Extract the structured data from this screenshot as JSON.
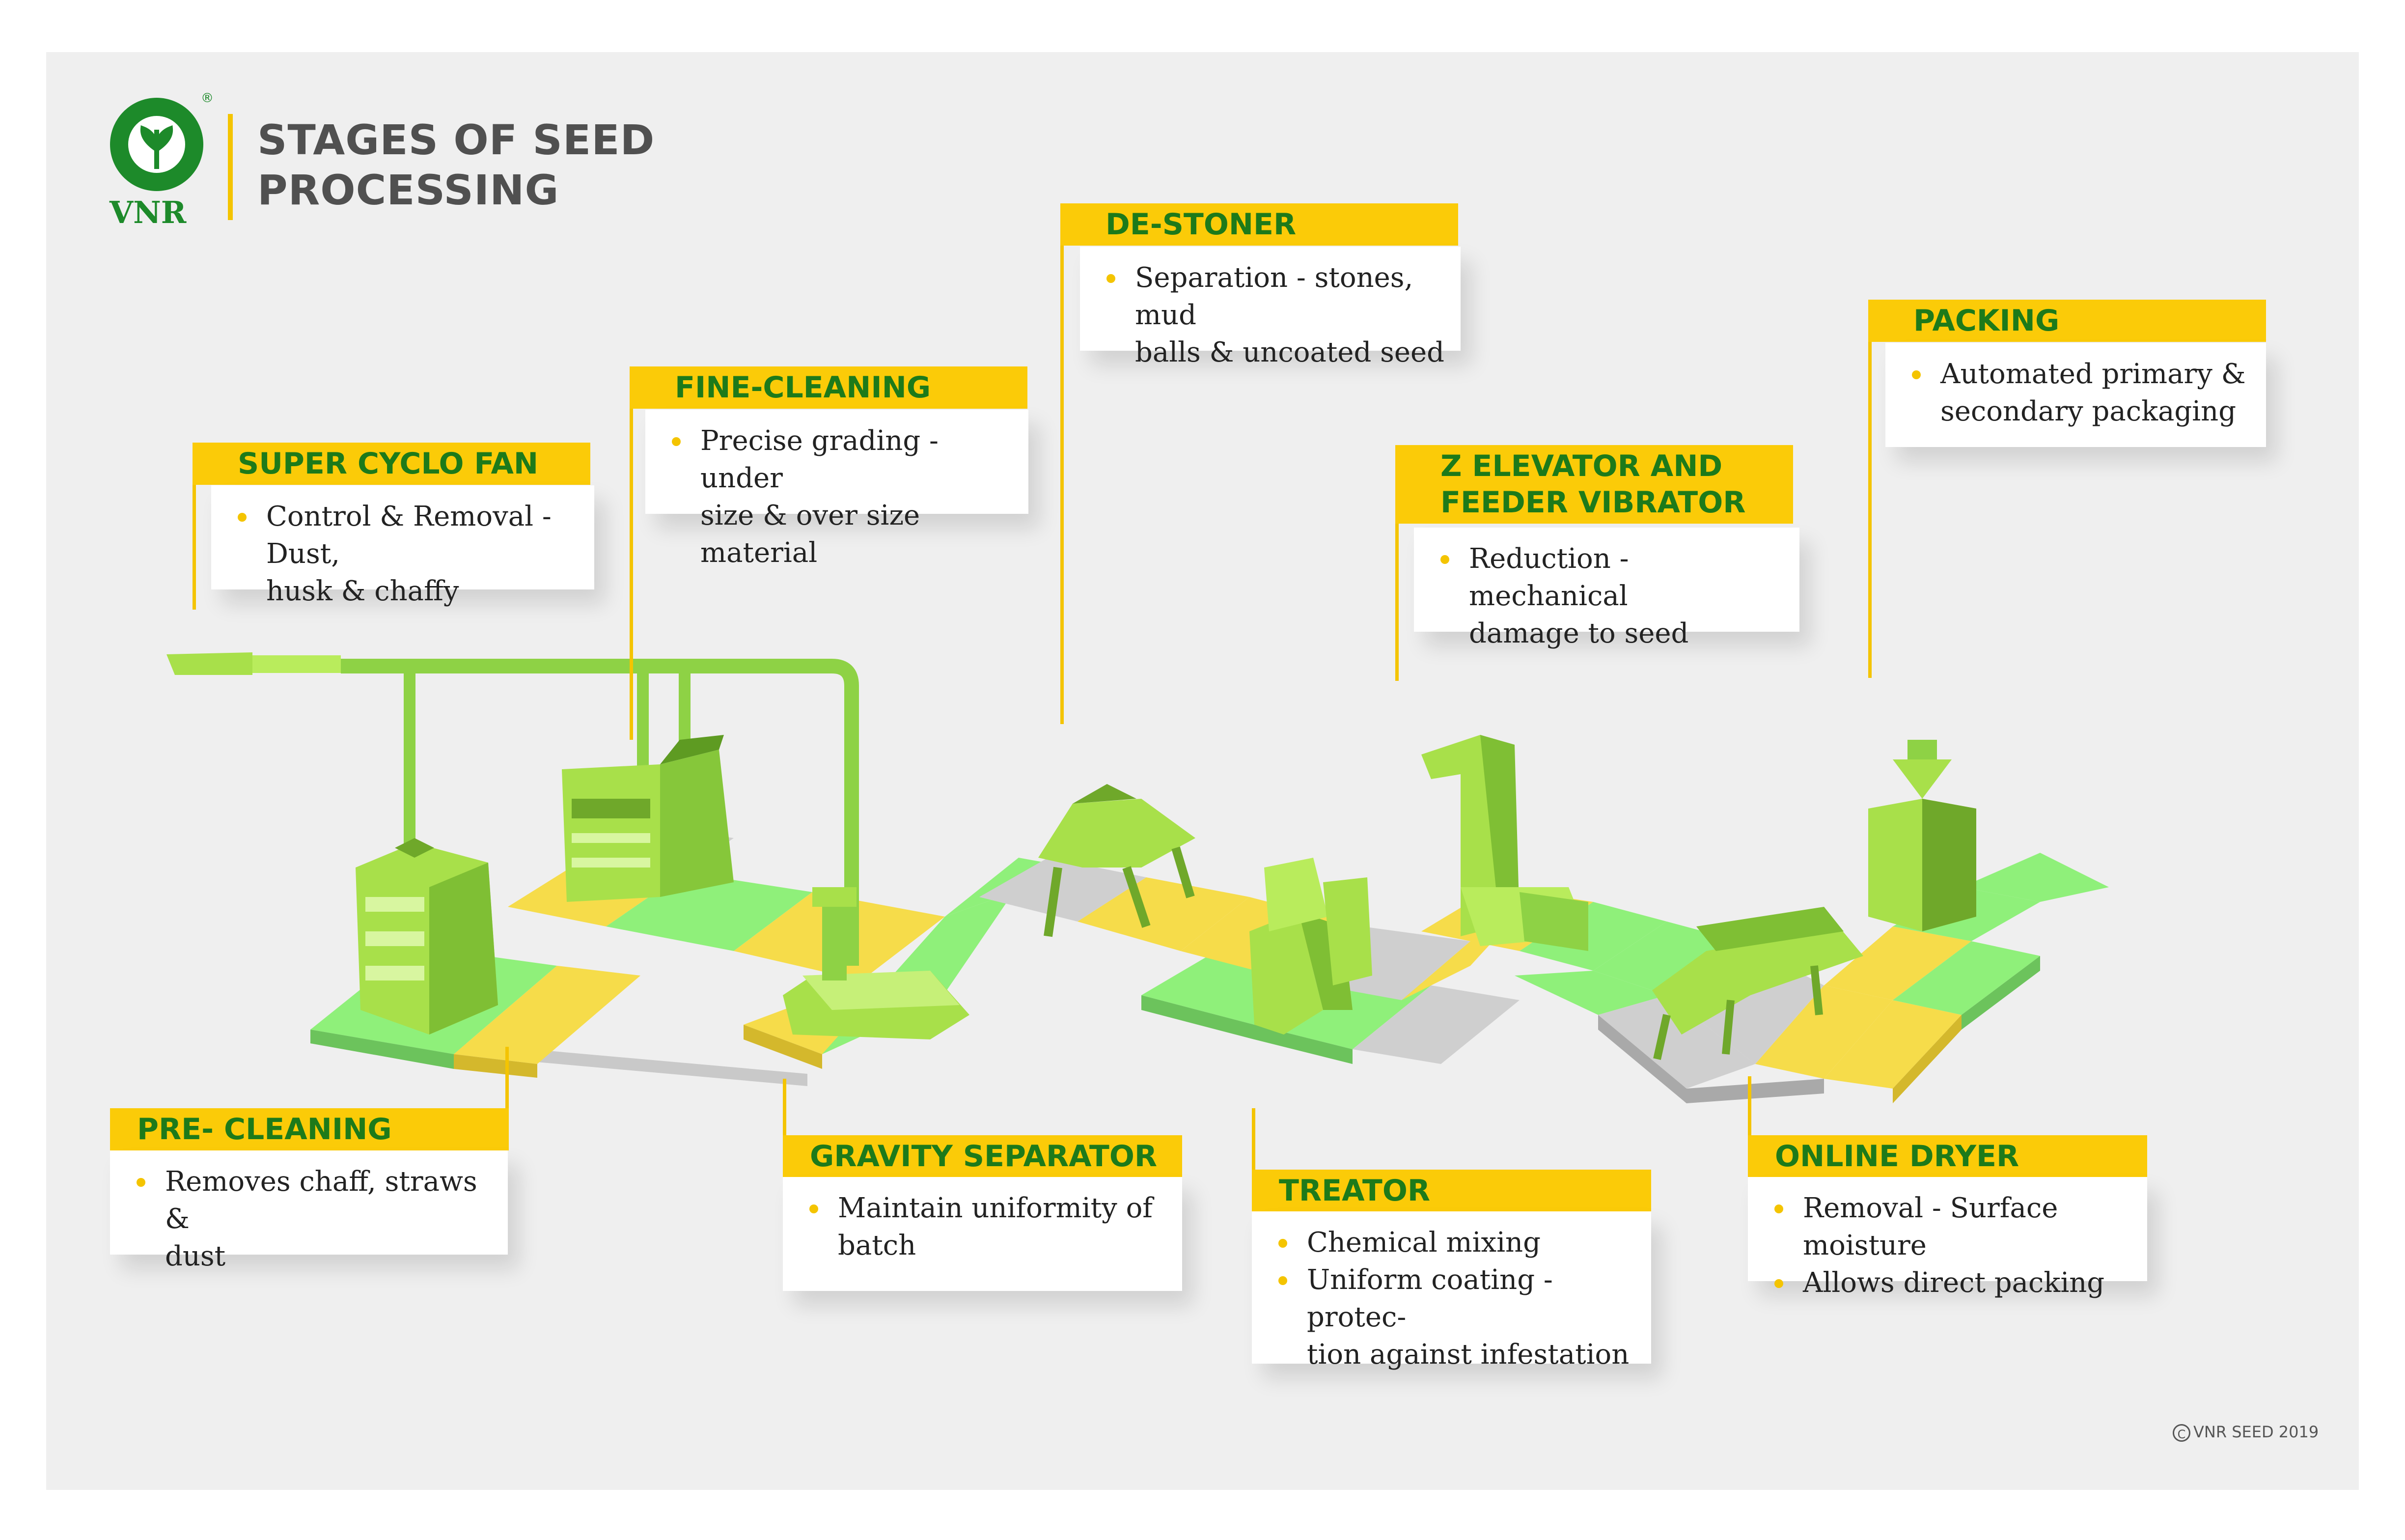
{
  "header": {
    "title_line1": "STAGES OF SEED",
    "title_line2": "PROCESSING",
    "logo_text": "VNR",
    "registered_mark": "®"
  },
  "stages": [
    {
      "id": "super-cyclo-fan",
      "label": "SUPER CYCLO FAN",
      "bullets": [
        "Control & Removal - Dust,",
        "husk & chaffy"
      ],
      "multi": false
    },
    {
      "id": "fine-cleaning",
      "label": "FINE-CLEANING",
      "bullets": [
        "Precise grading - under",
        "size & over size material"
      ],
      "multi": false
    },
    {
      "id": "de-stoner",
      "label": "DE-STONER",
      "bullets": [
        "Separation - stones, mud",
        "balls & uncoated seed"
      ],
      "multi": false
    },
    {
      "id": "packing",
      "label": "PACKING",
      "bullets": [
        "Automated primary &",
        "secondary packaging"
      ],
      "multi": false
    },
    {
      "id": "z-elevator",
      "label_line1": "Z ELEVATOR AND",
      "label_line2": "FEEDER VIBRATOR",
      "bullets": [
        "Reduction - mechanical",
        "damage to seed"
      ],
      "multi": false
    },
    {
      "id": "pre-cleaning",
      "label": "PRE- CLEANING",
      "bullets": [
        "Removes chaff, straws &",
        "dust"
      ],
      "multi": false
    },
    {
      "id": "gravity-separator",
      "label": "GRAVITY SEPARATOR",
      "bullets": [
        "Maintain uniformity of",
        "batch"
      ],
      "multi": false
    },
    {
      "id": "treator",
      "label": "TREATOR",
      "bullets": [
        "Chemical mixing",
        "Uniform coating - protec-",
        "tion against infestation"
      ],
      "multi": true
    },
    {
      "id": "online-dryer",
      "label": "ONLINE DRYER",
      "bullets": [
        "Removal - Surface moisture",
        "Allows direct packing"
      ],
      "multi": true
    }
  ],
  "footer": {
    "copyright_symbol": "C",
    "copyright_text": "VNR SEED 2019"
  },
  "colors": {
    "label_bg": "#fbcb08",
    "label_text": "#1d7a1a",
    "machine_green": "#a8e04a",
    "machine_dark": "#6fa82a",
    "tile_green": "#9ef28a",
    "tile_yellow": "#f5dc4c",
    "tile_gray": "#cfcfcf",
    "background": "#efefef"
  }
}
